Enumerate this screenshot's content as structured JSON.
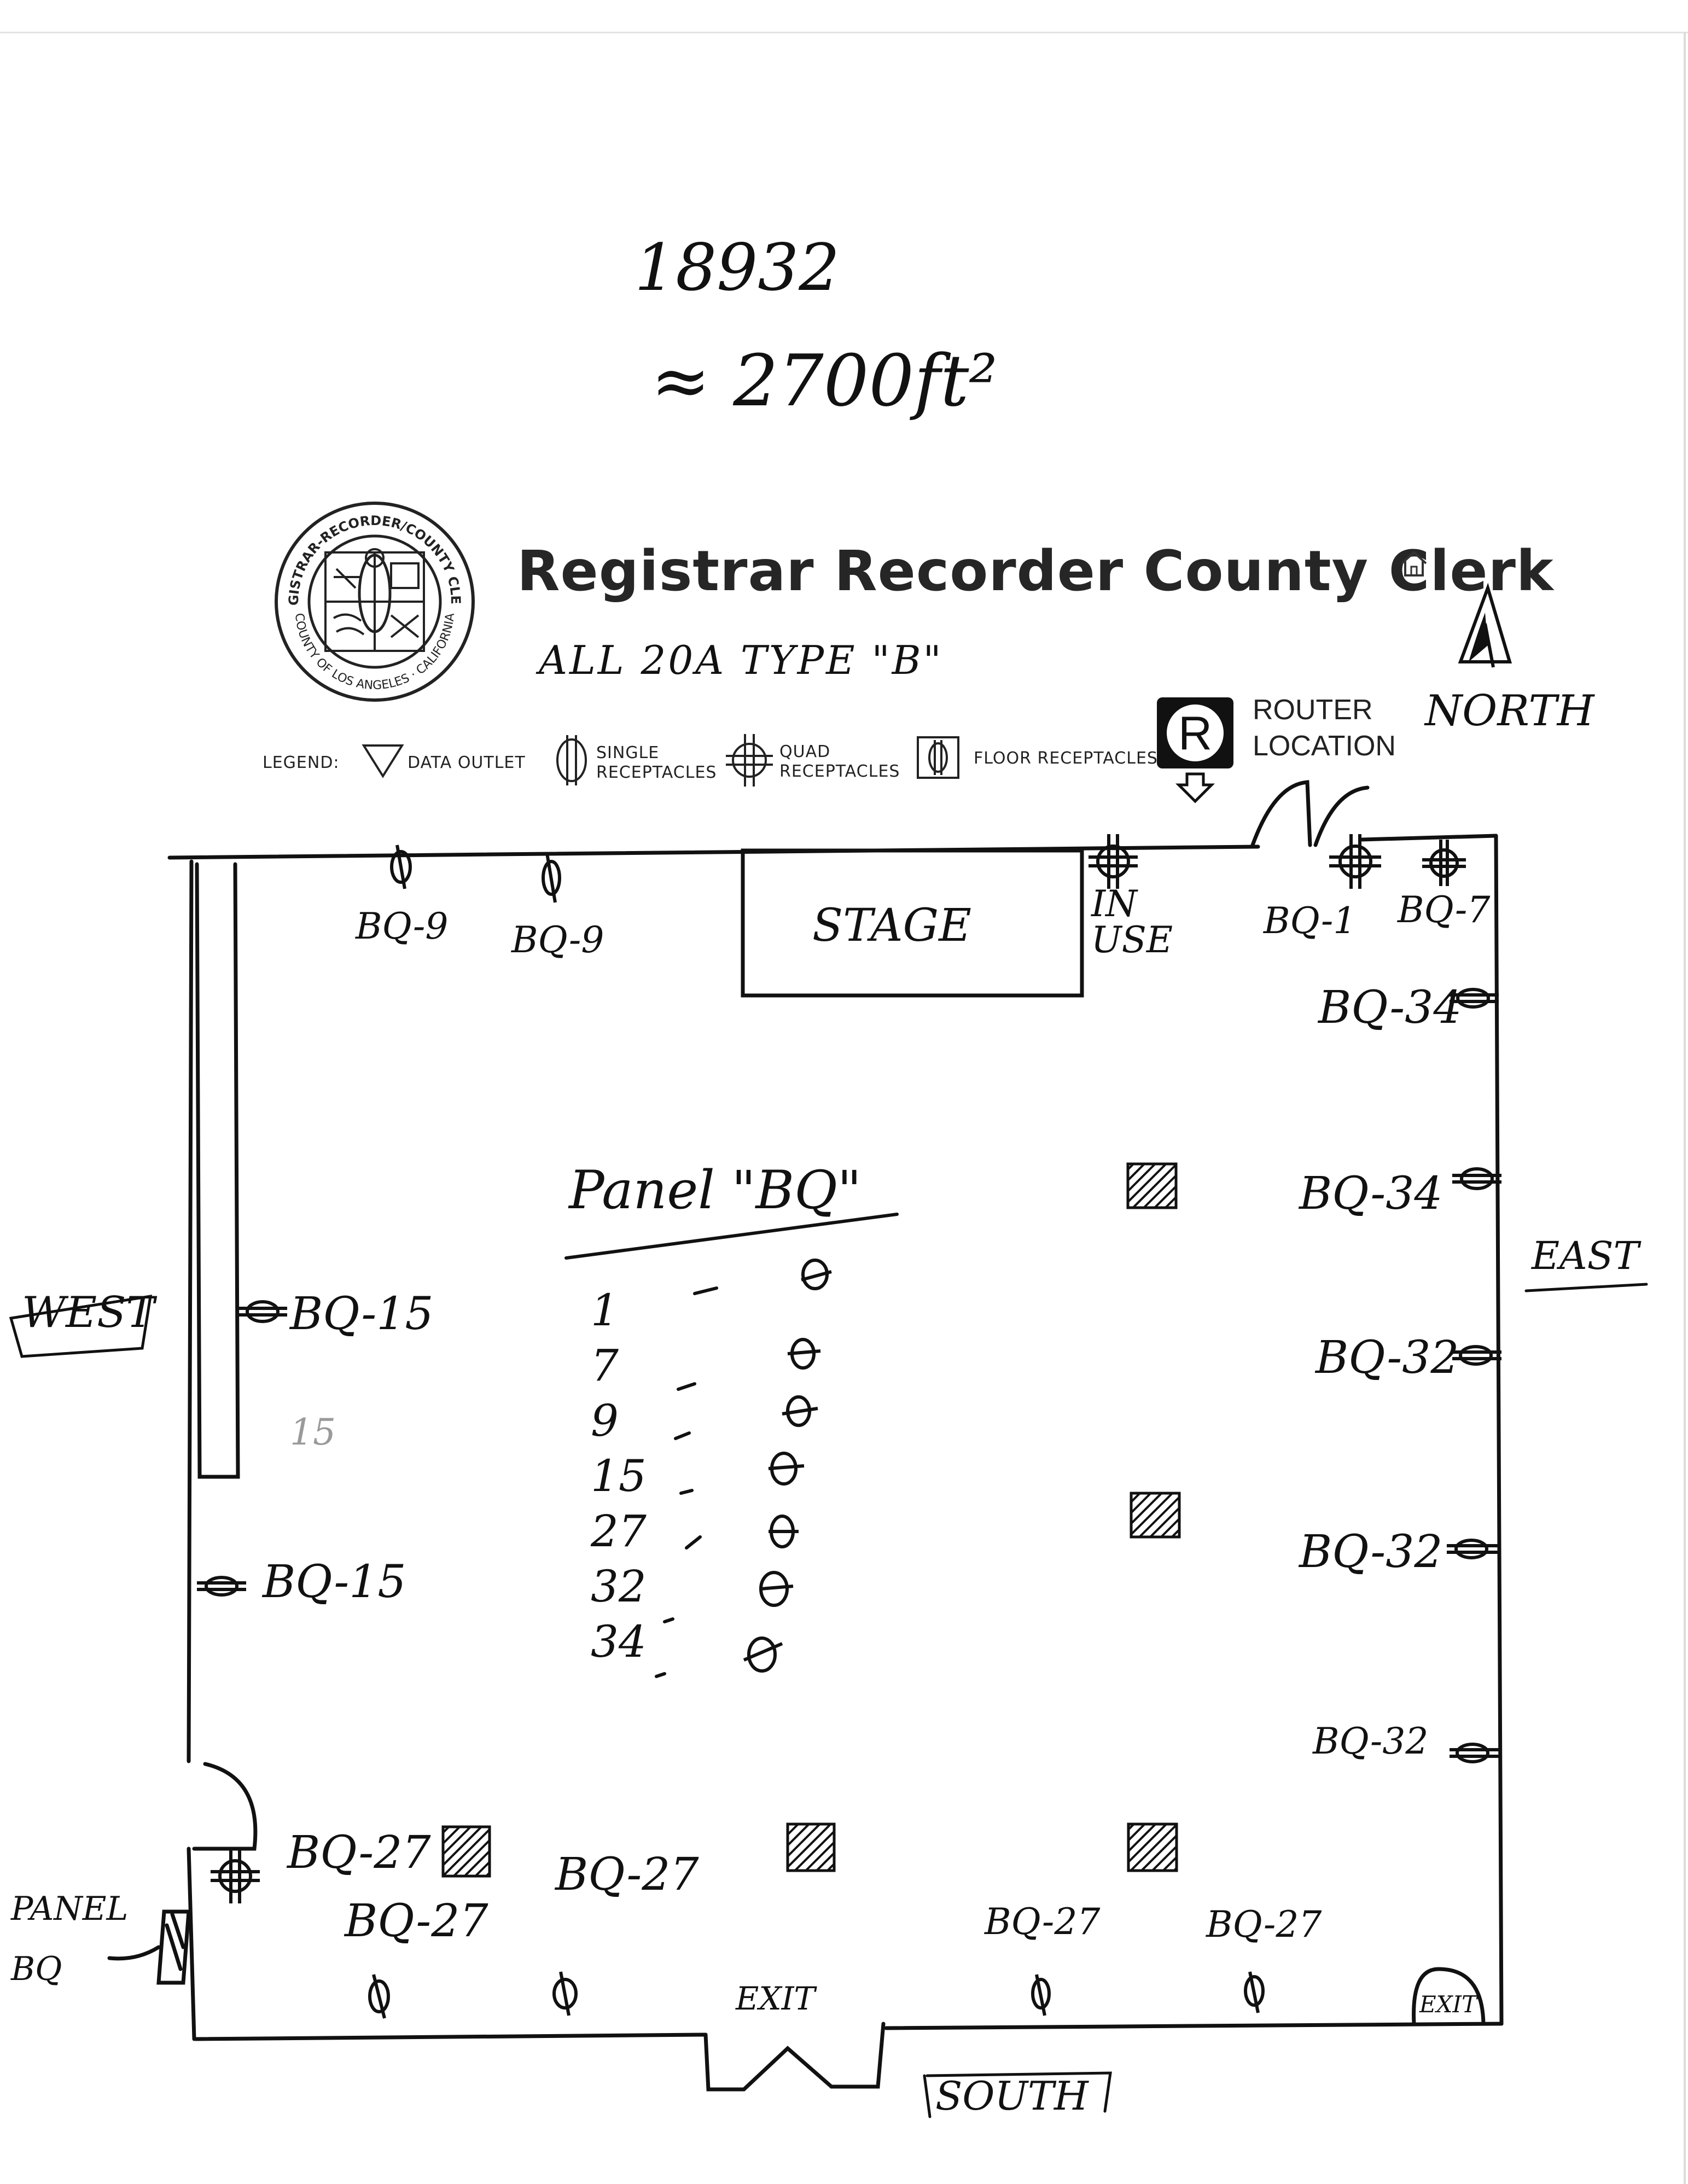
{
  "header": {
    "job_number": "18932",
    "area_note": "≈ 2700ft²",
    "title": "Registrar Recorder County Clerk",
    "type_note": "ALL 20A TYPE \"B\"",
    "north_label": "NORTH",
    "seal_text_top": "REGISTRAR-RECORDER/COUNTY CLERK",
    "seal_text_bottom": "COUNTY OF LOS ANGELES · CALIFORNIA"
  },
  "legend": {
    "label": "LEGEND:",
    "data_outlet": "DATA OUTLET",
    "single_line1": "SINGLE",
    "single_line2": "RECEPTACLES",
    "quad_line1": "QUAD",
    "quad_line2": "RECEPTACLES",
    "floor": "FLOOR RECEPTACLES",
    "router_line1": "ROUTER",
    "router_line2": "LOCATION",
    "router_letter": "R"
  },
  "compass": {
    "west": "WEST",
    "east": "EAST",
    "south": "SOUTH"
  },
  "rooms": {
    "stage": "STAGE",
    "in_use_line1": "IN",
    "in_use_line2": "USE",
    "exit_south": "EXIT",
    "exit_corner": "EXIT",
    "panel_line1": "PANEL",
    "panel_line2": "BQ"
  },
  "panel_schedule": {
    "title": "Panel \"BQ\"",
    "rows": [
      "1",
      "7",
      "9",
      "15",
      "27",
      "32",
      "34"
    ]
  },
  "circuits": {
    "north_1": "BQ-9",
    "north_2": "BQ-9",
    "north_3": "BQ-1",
    "north_4": "BQ-7",
    "east_1": "BQ-34",
    "east_2": "BQ-34",
    "east_3": "BQ-32",
    "east_4": "BQ-32",
    "east_5": "BQ-32",
    "west_1": "BQ-15",
    "west_2": "15",
    "west_3": "BQ-15",
    "south_1": "BQ-27",
    "south_2": "BQ-27",
    "south_3": "BQ-27",
    "south_4": "BQ-27",
    "south_5": "BQ-27"
  }
}
